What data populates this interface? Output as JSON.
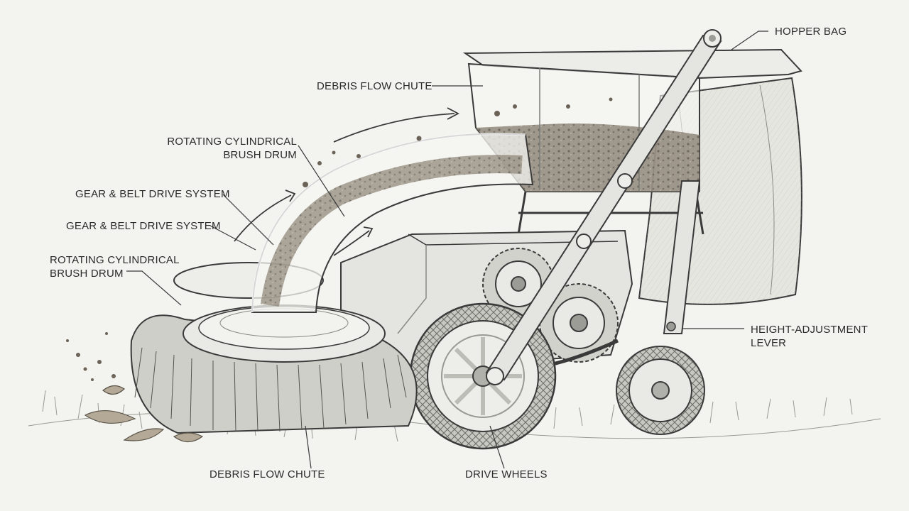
{
  "labels": {
    "hopper_bag": "HOPPER BAG",
    "debris_flow_chute_top": "DEBRIS FLOW CHUTE",
    "brush_drum_top": {
      "line1": "ROTATING CYLINDRICAL",
      "line2": "BRUSH DRUM"
    },
    "gear_belt_drive_1": "GEAR & BELT DRIVE SYSTEM",
    "gear_belt_drive_2": "GEAR & BELT DRIVE SYSTEM",
    "brush_drum_left": {
      "line1": "ROTATING CYLINDRICAL",
      "line2": "BRUSH DRUM"
    },
    "height_adjustment_lever": {
      "line1": "HEIGHT-ADJUSTMENT",
      "line2": "LEVER"
    },
    "debris_flow_chute_bottom": "DEBRIS FLOW CHUTE",
    "drive_wheels": "DRIVE WHEELS"
  },
  "colors": {
    "background": "#f3f3ef",
    "ink": "#2b2b2b",
    "line": "#3a3a3a",
    "metal_light": "#e4e4e0",
    "metal_mid": "#c9c9c4",
    "debris": "#6b6357"
  }
}
